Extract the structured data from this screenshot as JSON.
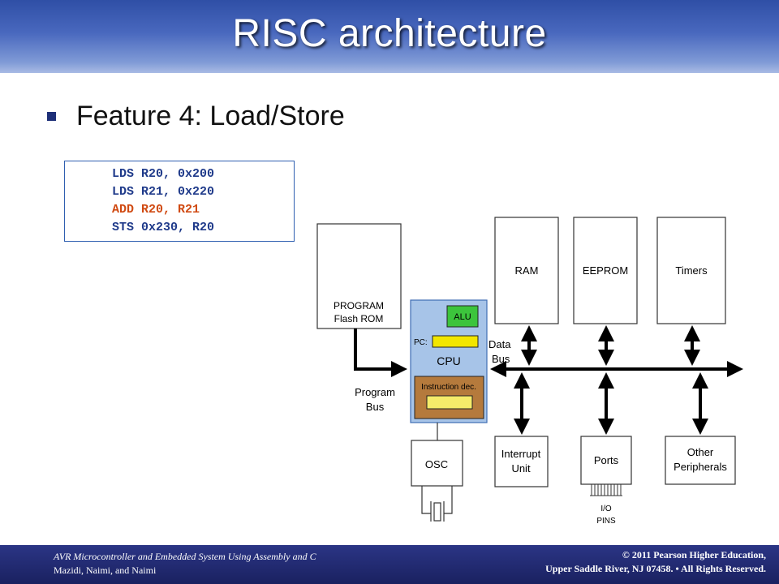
{
  "slide": {
    "title": "RISC architecture",
    "bullet": "Feature 4: Load/Store"
  },
  "code": {
    "lines": [
      "LDS R20, 0x200",
      "LDS R21, 0x220",
      "ADD R20, R21",
      "STS 0x230, R20"
    ]
  },
  "diagram": {
    "program_rom": [
      "PROGRAM",
      "Flash ROM"
    ],
    "cpu": {
      "alu": "ALU",
      "pc": "PC:",
      "label": "CPU",
      "decoder": "Instruction dec."
    },
    "ram": "RAM",
    "eeprom": "EEPROM",
    "timers": "Timers",
    "data_bus": [
      "Data",
      "Bus"
    ],
    "program_bus": [
      "Program",
      "Bus"
    ],
    "interrupt": [
      "Interrupt",
      "Unit"
    ],
    "ports": "Ports",
    "other": [
      "Other",
      "Peripherals"
    ],
    "osc": "OSC",
    "io_pins": [
      "I/O",
      "PINS"
    ]
  },
  "footer": {
    "book": "AVR Microcontroller and Embedded System Using Assembly and C",
    "authors": "Mazidi, Naimi, and Naimi",
    "copyright": "© 2011   Pearson Higher Education,",
    "publisher": "Upper Saddle River, NJ 07458. • All Rights Reserved."
  },
  "colors": {
    "code_blue": "#1f3a8a",
    "code_highlight": "#d04a12",
    "cpu_fill": "#a7c4e8",
    "alu_fill": "#3cc43c",
    "pc_fill": "#f2e600",
    "decoder_fill": "#b57a3c",
    "decoder_inner": "#f5ec6a"
  }
}
